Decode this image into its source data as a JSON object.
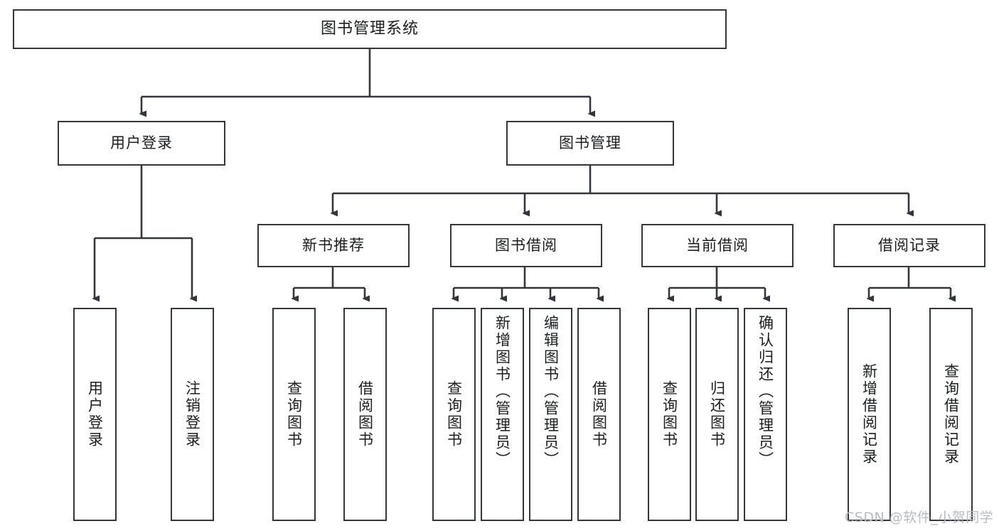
{
  "diagram": {
    "type": "tree-hierarchy-chart",
    "title": "图书管理系统",
    "stroke_color": "#33373b",
    "text_color": "#1b1d1f",
    "background": "#ffffff",
    "root": {
      "label": "图书管理系统"
    },
    "level1": [
      {
        "label": "用户登录"
      },
      {
        "label": "图书管理"
      }
    ],
    "level2": [
      {
        "label": "新书推荐"
      },
      {
        "label": "图书借阅"
      },
      {
        "label": "当前借阅"
      },
      {
        "label": "借阅记录"
      }
    ],
    "leaves": {
      "user_login": [
        {
          "label": "用户登录"
        },
        {
          "label": "注销登录"
        }
      ],
      "new_book": [
        {
          "label": "查询图书"
        },
        {
          "label": "借阅图书"
        }
      ],
      "book_borrow": [
        {
          "label": "查询图书"
        },
        {
          "label": "新增图书（管理员）"
        },
        {
          "label": "编辑图书（管理员）"
        },
        {
          "label": "借阅图书"
        }
      ],
      "current_borrow": [
        {
          "label": "查询图书"
        },
        {
          "label": "归还图书"
        },
        {
          "label": "确认归还（管理员）"
        }
      ],
      "borrow_record": [
        {
          "label": "新增借阅记录"
        },
        {
          "label": "查询借阅记录"
        }
      ]
    }
  },
  "watermark": {
    "text": "CSDN @软件_小贺同学"
  }
}
